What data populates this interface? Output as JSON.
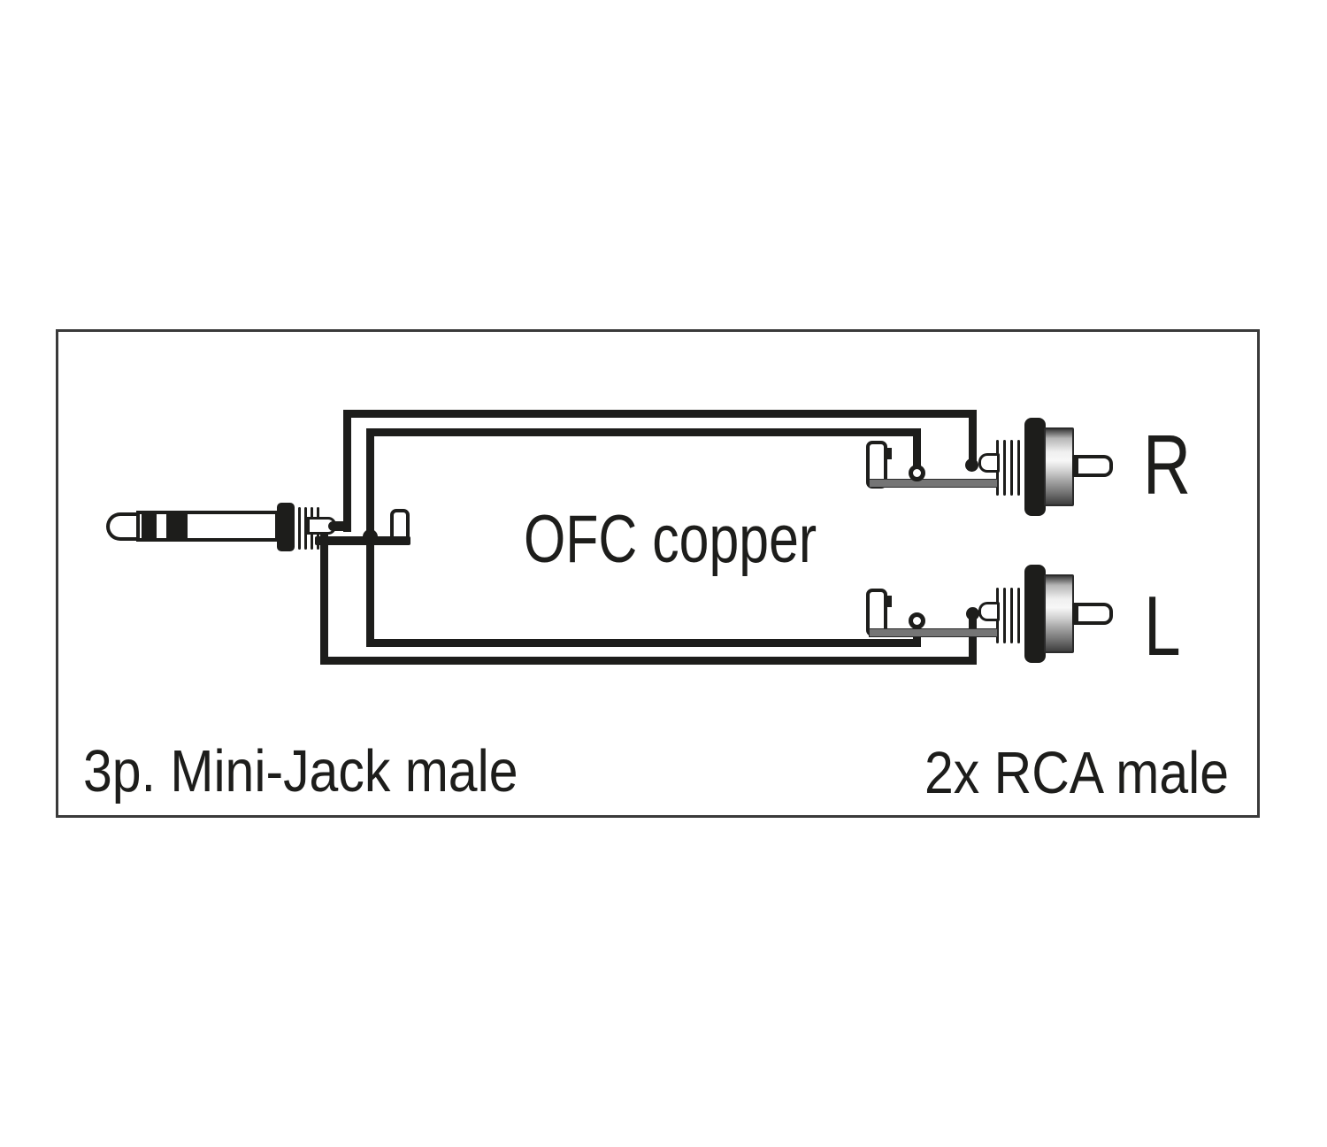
{
  "diagram": {
    "title_center": "OFC copper",
    "caption_left": "3p. Mini-Jack male",
    "caption_right": "2x RCA male",
    "rca_top_label": "R",
    "rca_bottom_label": "L",
    "colors": {
      "line": "#1d1d1b",
      "metal_gray": "#757575",
      "frame_border": "#3a3a3a",
      "background": "#ffffff"
    }
  }
}
